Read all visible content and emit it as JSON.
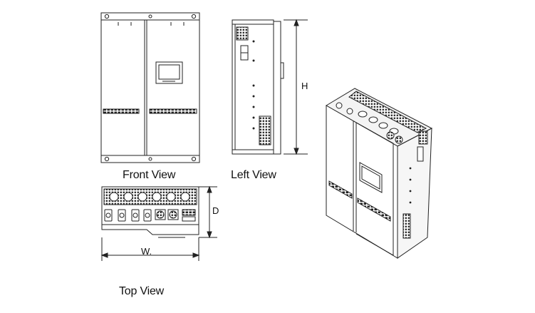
{
  "labels": {
    "front_view": "Front View",
    "left_view": "Left View",
    "top_view": "Top View"
  },
  "dimensions": {
    "height": "H",
    "depth": "D",
    "width": "W."
  },
  "colors": {
    "line": "#222222",
    "fill": "#ffffff",
    "shade": "#e9e9e9"
  }
}
